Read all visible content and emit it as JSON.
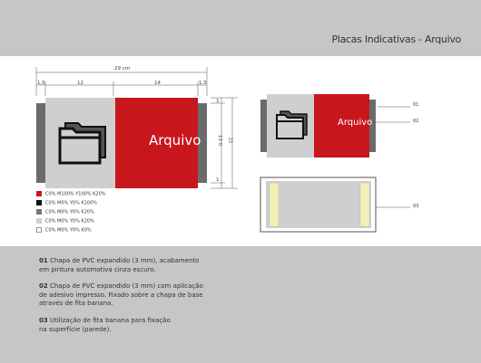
{
  "page": {
    "title": "Placas Indicativas - Arquivo"
  },
  "plaque": {
    "label": "Arquivo",
    "icon": "folder-stack-icon",
    "colors": {
      "red": "#c8161d",
      "light_gray": "#cfcfcf",
      "dark_gray": "#6b6b6b",
      "banana_tape": "#f2f0b8"
    }
  },
  "dimensions": {
    "total_width": "29 cm",
    "segments": [
      "1,5",
      "12",
      "14",
      "1,5"
    ],
    "height_inner": "13 0",
    "height_outer": "15",
    "height_small_top": "1",
    "height_small_bottom": "1"
  },
  "legend": [
    {
      "swatch": "#c8161d",
      "text": "C0% M100% Y100% K20%"
    },
    {
      "swatch": "#111111",
      "text": "C0% M0% Y0% K100%"
    },
    {
      "swatch": "#777777",
      "text": "C0% M0% Y0% K20%"
    },
    {
      "swatch": "#cfcfcf",
      "text": "C0% M0% Y0% K20%"
    },
    {
      "swatch": "#ffffff",
      "text": "C0% M0% Y0% K0%"
    }
  ],
  "callouts": [
    "01",
    "02",
    "03"
  ],
  "notes": [
    {
      "num": "01",
      "line1": "Chapa de PVC expandido (3 mm), acabamento",
      "line2": "em pintura automotiva cinza escuro."
    },
    {
      "num": "02",
      "line1": "Chapa de PVC  expandido (3 mm) com aplicação",
      "line2": "de adesivo impresso. Fixado sobre a chapa de base",
      "line3": "através de fita banana."
    },
    {
      "num": "03",
      "line1": "Utilização de fita banana para fixação",
      "line2": "na superfície (parede)."
    }
  ]
}
